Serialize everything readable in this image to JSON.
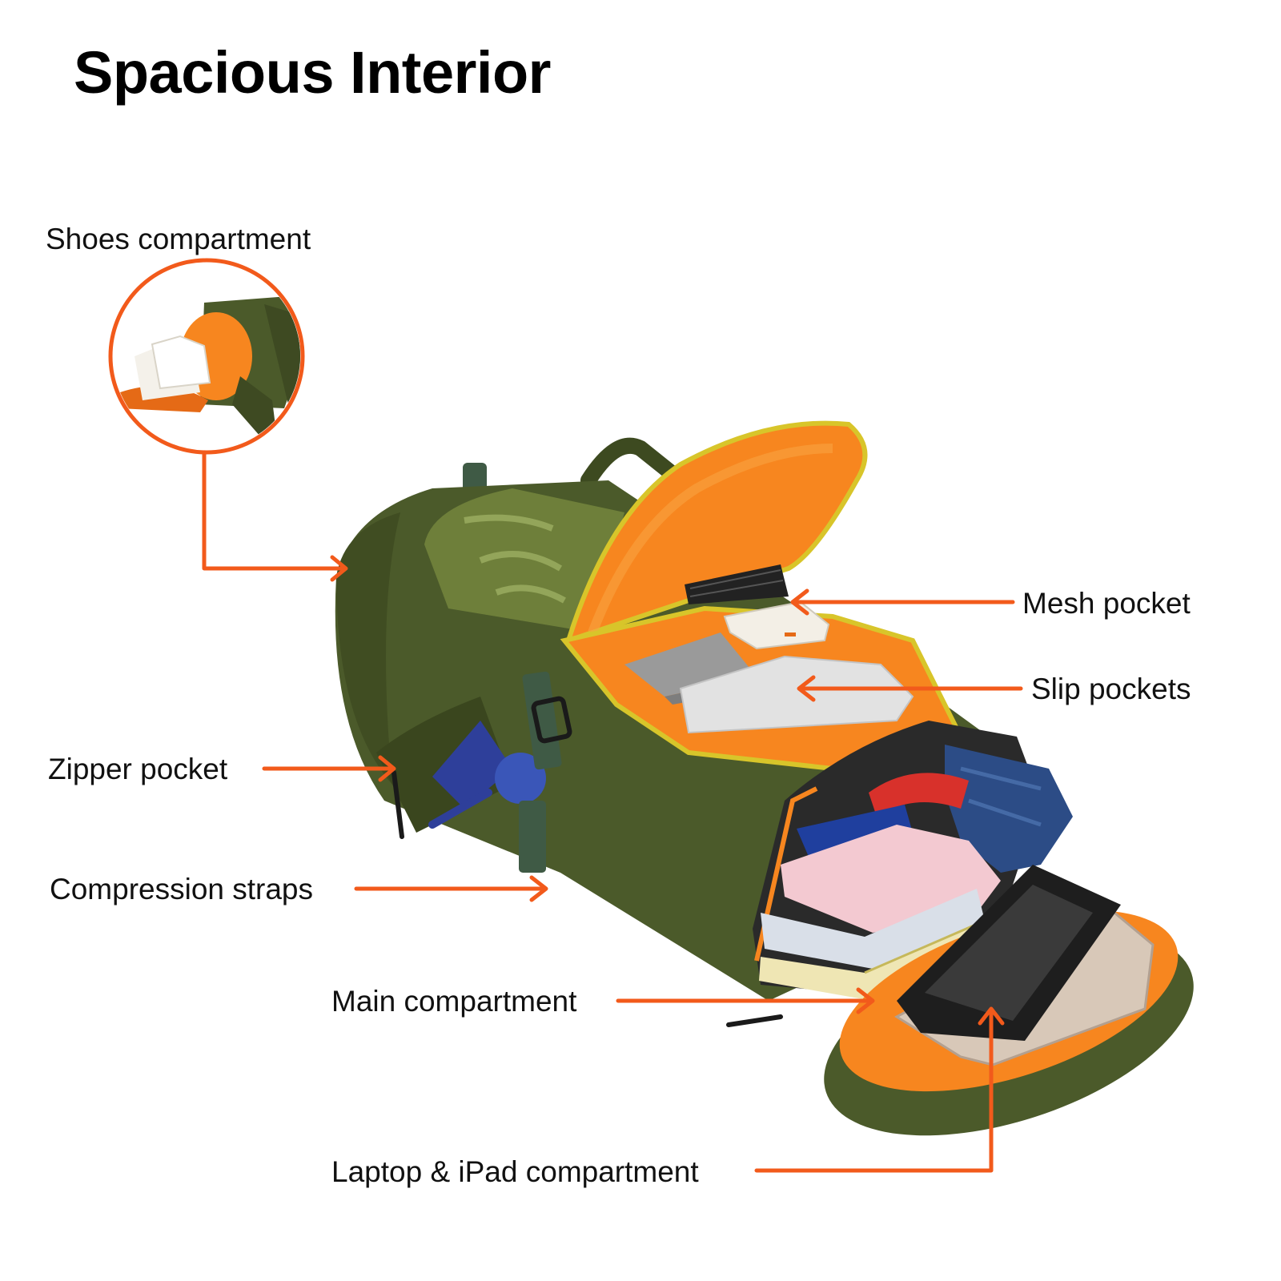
{
  "heading": "Spacious Interior",
  "callouts": {
    "shoes": "Shoes compartment",
    "mesh": "Mesh pocket",
    "slip": "Slip pockets",
    "zipper": "Zipper pocket",
    "compression": "Compression straps",
    "main": "Main compartment",
    "laptop": "Laptop & iPad compartment"
  },
  "colors": {
    "accent": "#F25A1B",
    "bag_green": "#4B5A2A",
    "lining_orange": "#F7861F",
    "zipper_yellow": "#D8C52A"
  }
}
